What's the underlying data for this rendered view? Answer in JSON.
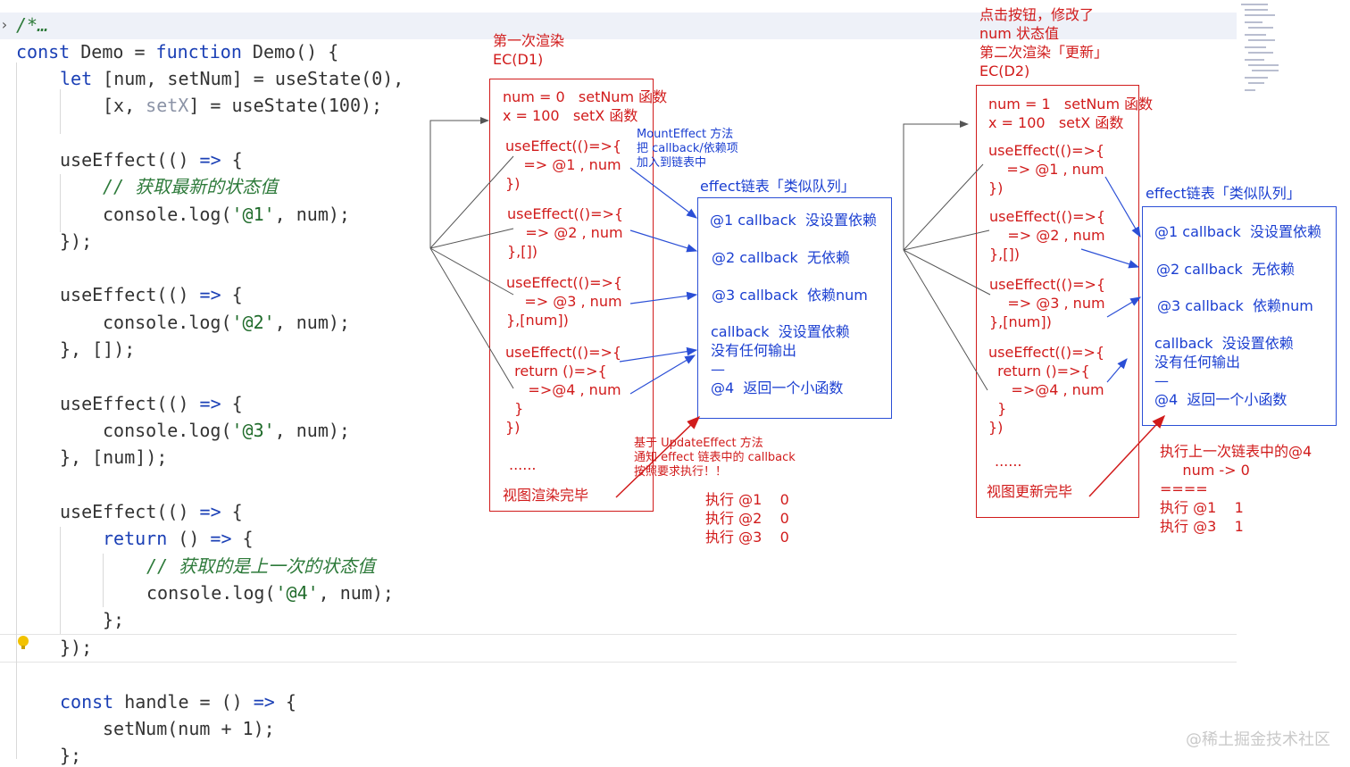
{
  "code": {
    "fold_marker": "›",
    "comment_collapsed": "/*…",
    "lines": {
      "l1": [
        "const",
        " Demo = ",
        "function",
        " Demo() {"
      ],
      "l2": [
        "let",
        " [num, setNum] = useState(0),"
      ],
      "l3": [
        "[x, ",
        "setX",
        "] = useState(100);"
      ],
      "l5": [
        "useEffect(() ",
        "=>",
        " {"
      ],
      "l6": "// 获取最新的状态值",
      "l7": [
        "console.log(",
        "'@1'",
        ", num);"
      ],
      "l8": "});",
      "l10": [
        "useEffect(() ",
        "=>",
        " {"
      ],
      "l11": [
        "console.log(",
        "'@2'",
        ", num);"
      ],
      "l12": "}, []);",
      "l14": [
        "useEffect(() ",
        "=>",
        " {"
      ],
      "l15": [
        "console.log(",
        "'@3'",
        ", num);"
      ],
      "l16": "}, [num]);",
      "l18": [
        "useEffect(() ",
        "=>",
        " {"
      ],
      "l19": [
        "return",
        " () ",
        "=>",
        " {"
      ],
      "l20": "// 获取的是上一次的状态值",
      "l21": [
        "console.log(",
        "'@4'",
        ", num);"
      ],
      "l22": "};",
      "l23": "});",
      "l25": [
        "const",
        " handle = () ",
        "=>",
        " {"
      ],
      "l26": "setNum(num + 1);",
      "l27": "};"
    }
  },
  "render1": {
    "title": "第一次渲染\nEC(D1)",
    "state": "num = 0   setNum 函数\nx = 100   setX 函数",
    "effect1": "useEffect(()=>{\n    => @1 , num\n})",
    "effect2": "useEffect(()=>{\n    => @2 , num\n},[])",
    "effect3": "useEffect(()=>{\n    => @3 , num\n},[num])",
    "effect4": "useEffect(()=>{\n  return ()=>{\n     =>@4 , num\n  }\n})",
    "ellipsis": "......",
    "done": "视图渲染完毕"
  },
  "mount_note": "MountEffect 方法\n把 callback/依赖项\n加入到链表中",
  "update_note": "基于 UpdateEffect 方法\n通知 effect 链表中的 callback\n按照要求执行！！",
  "queue1": {
    "title": "effect链表「类似队列」",
    "item1": "@1 callback  没设置依赖",
    "item2": "@2 callback  无依赖",
    "item3": "@3 callback  依赖num",
    "item4": "callback  没设置依赖\n没有任何输出\n—\n@4  返回一个小函数"
  },
  "exec1": "执行 @1    0\n执行 @2    0\n执行 @3    0",
  "render2": {
    "header": "点击按钮，修改了\nnum 状态值\n第二次渲染「更新」\nEC(D2)",
    "state": "num = 1   setNum 函数\nx = 100   setX 函数",
    "effect1": "useEffect(()=>{\n    => @1 , num\n})",
    "effect2": "useEffect(()=>{\n    => @2 , num\n},[])",
    "effect3": "useEffect(()=>{\n    => @3 , num\n},[num])",
    "effect4": "useEffect(()=>{\n  return ()=>{\n     =>@4 , num\n  }\n})",
    "ellipsis": "......",
    "done": "视图更新完毕"
  },
  "queue2": {
    "title": "effect链表「类似队列」",
    "item1": "@1 callback  没设置依赖",
    "item2": "@2 callback  无依赖",
    "item3": "@3 callback  依赖num",
    "item4": "callback  没设置依赖\n没有任何输出\n—\n@4  返回一个小函数"
  },
  "exec2": "执行上一次链表中的@4\n     num -> 0\n====\n执行 @1    1\n执行 @3    1",
  "watermark": "@稀土掘金技术社区",
  "colors": {
    "red": "#d11b1b",
    "blue": "#1b3fd1",
    "keyword": "#1a3fb5",
    "string": "#1f6b2a"
  }
}
